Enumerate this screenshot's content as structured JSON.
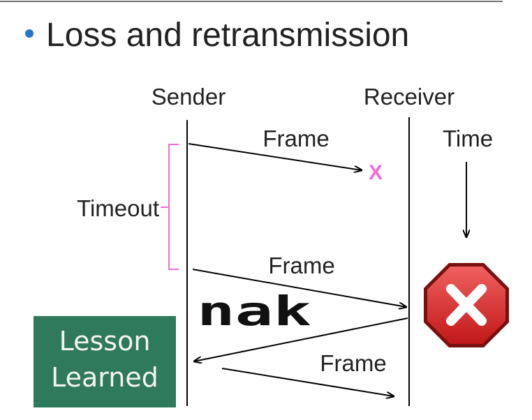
{
  "slide": {
    "bullet_text": "Loss and retransmission"
  },
  "diagram": {
    "sender_label": "Sender",
    "receiver_label": "Receiver",
    "time_label": "Time",
    "timeout_label": "Timeout",
    "messages": [
      {
        "label": "Frame",
        "direction": "sender-to-receiver",
        "lost": true,
        "lost_mark": "X"
      },
      {
        "label": "Frame",
        "direction": "sender-to-receiver",
        "lost": false
      },
      {
        "label": "nak",
        "direction": "receiver-to-sender",
        "lost": false
      },
      {
        "label": "Frame",
        "direction": "sender-to-receiver",
        "lost": false
      }
    ]
  },
  "badge": {
    "line1": "Lesson",
    "line2": "Learned"
  },
  "icons": {
    "bullet": "bullet-dot-icon",
    "stop": "stop-x-icon",
    "time_arrow": "down-arrow-icon"
  },
  "colors": {
    "bullet": "#1f78c8",
    "timeout_bracket": "#f06ad3",
    "lost_mark": "#f06ad3",
    "badge_bg": "#2e7a5a",
    "badge_text": "#f4f4ee",
    "stop_sign": "#dd2b2b",
    "nak_text": "#111111"
  }
}
